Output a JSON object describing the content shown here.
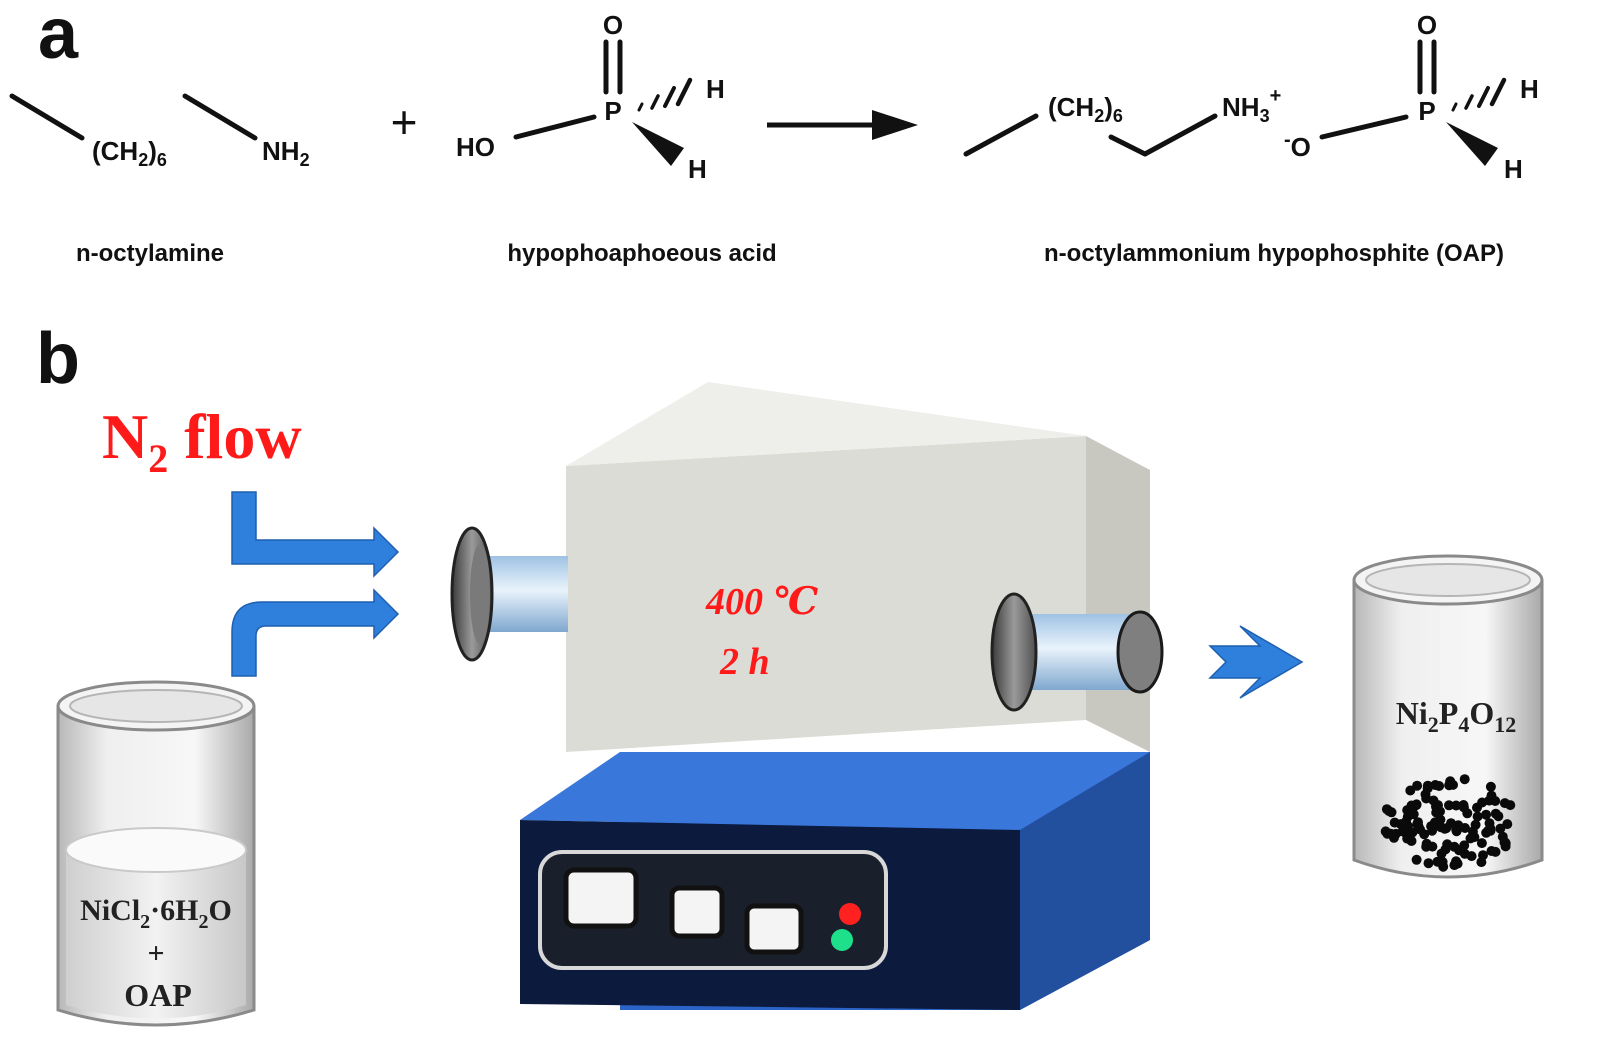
{
  "panels": {
    "a": "a",
    "b": "b"
  },
  "reaction": {
    "octylamine": {
      "chain": "(CH",
      "chain_sub": "2",
      "chain_close": ")",
      "chain_count": "6",
      "amine": "NH",
      "amine_sub": "2",
      "name": "n-octylamine"
    },
    "plus": "+",
    "acid": {
      "O": "O",
      "P": "P",
      "HO": "HO",
      "H1": "H",
      "H2": "H",
      "name": "hypophoaphoeous acid"
    },
    "product": {
      "chain": "(CH",
      "chain_sub": "2",
      "chain_close": ")",
      "chain_count": "6",
      "ammonium": "NH",
      "ammonium_sub": "3",
      "ammonium_charge": "+",
      "neg_charge": "-",
      "O_anion": "O",
      "O": "O",
      "P": "P",
      "H1": "H",
      "H2": "H",
      "name": "n-octylammonium hypophosphite (OAP)"
    }
  },
  "process": {
    "gas": {
      "main": "N",
      "sub": "2",
      "rest": " flow"
    },
    "precursor": {
      "line1_main": "NiCl",
      "line1_sub": "2",
      "line1_mid": "·6H",
      "line1_sub2": "2",
      "line1_end": "O",
      "line2": "+",
      "line3": "OAP"
    },
    "furnace": {
      "temperature": "400 ℃",
      "duration": "2 h"
    },
    "product": {
      "p1": "Ni",
      "s1": "2",
      "p2": "P",
      "s2": "4",
      "p3": "O",
      "s3": "12"
    }
  },
  "colors": {
    "accent_red": "#ff1a1a",
    "arrow_blue": "#2f7fdd",
    "furnace_base": "#2b63c6",
    "furnace_body": "#dcdcd6"
  }
}
